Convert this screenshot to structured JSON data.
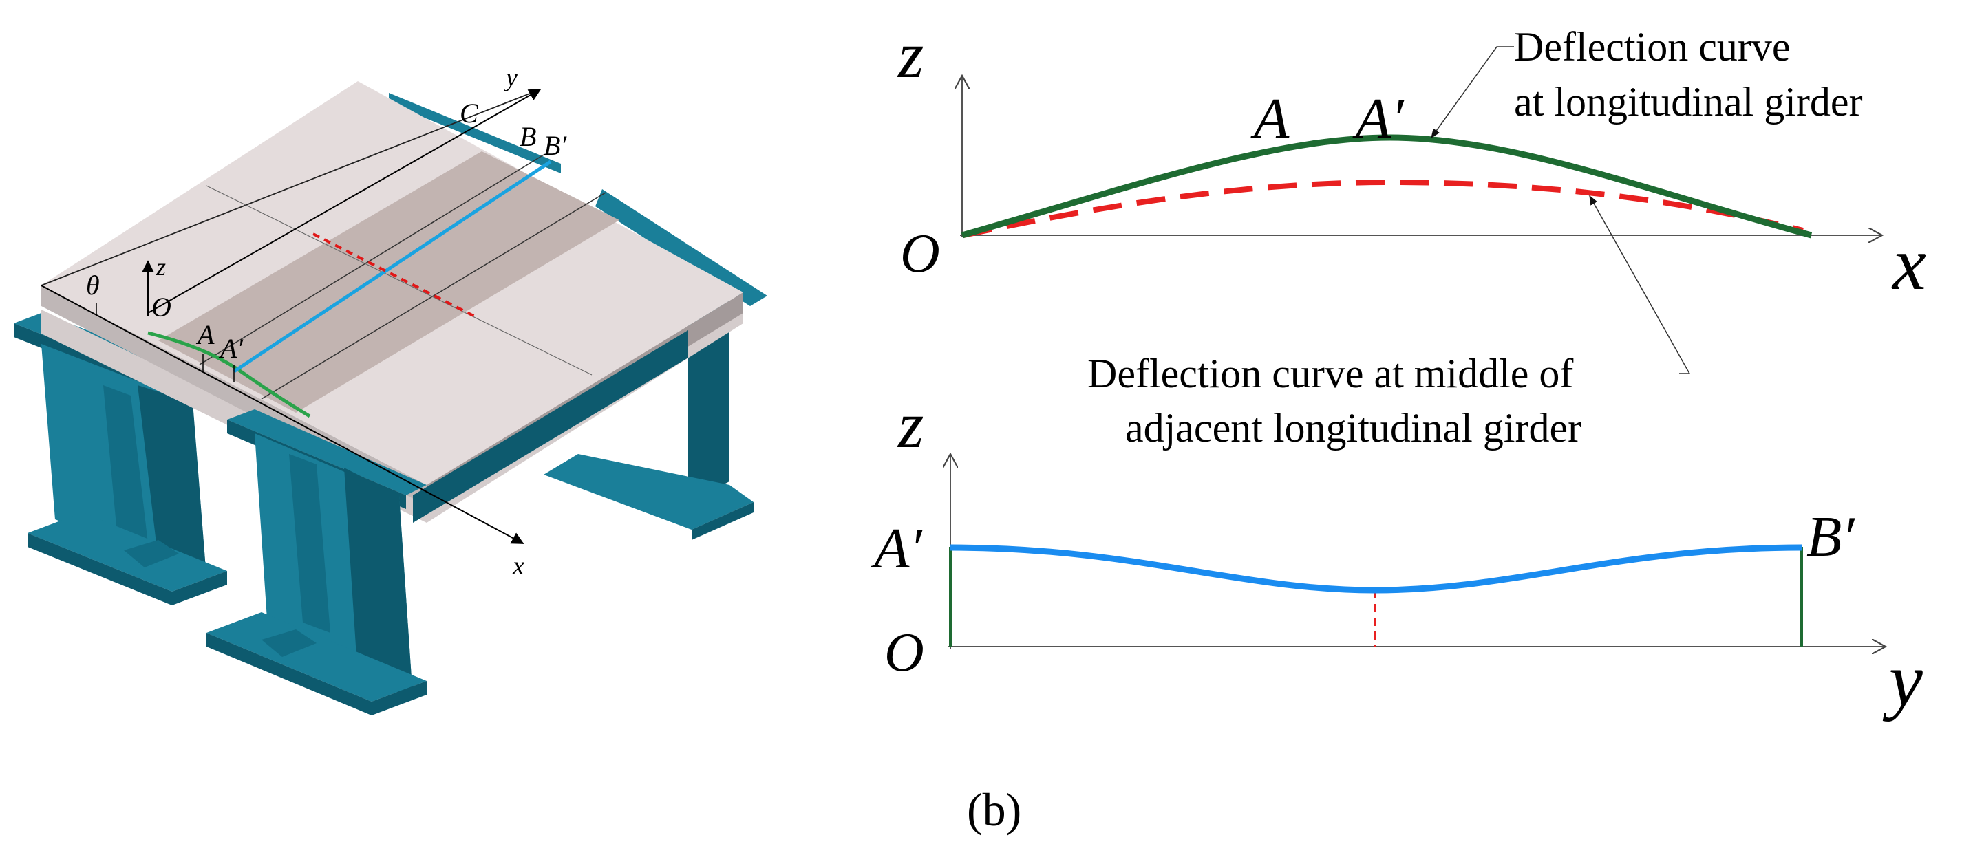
{
  "figure_a": {
    "labels": {
      "y_axis": "y",
      "z_axis": "z",
      "x_axis": "x",
      "theta": "θ",
      "origin": "O",
      "point_A": "A",
      "point_A_prime": "A′",
      "point_B": "B",
      "point_B_prime": "B′",
      "point_C": "C"
    },
    "colors": {
      "steel": "#1a7f99",
      "steel_dark": "#0d5a6e",
      "deck_light": "#e4dcdc",
      "deck_band": "#c2b4b1",
      "green_curve": "#2aa34a",
      "blue_curve": "#1aa3e0",
      "red_dash": "#e01818"
    }
  },
  "figure_b": {
    "caption": "(b)",
    "top": {
      "z_label": "z",
      "x_label": "x",
      "origin": "O",
      "point_A": "A",
      "point_A_prime": "A′",
      "callout_1_line1": "Deflection curve",
      "callout_1_line2": "at longitudinal girder",
      "callout_2_line1": "Deflection curve at middle of",
      "callout_2_line2": "adjacent longitudinal girder",
      "colors": {
        "girder_curve": "#1e6b32",
        "middle_curve": "#e82020"
      }
    },
    "bottom": {
      "z_label": "z",
      "y_label": "y",
      "origin": "O",
      "left_point": "A′",
      "right_point": "B′",
      "colors": {
        "transverse_curve": "#1a8cf0",
        "ends": "#1e6b32",
        "mid_dash": "#e82020"
      }
    }
  }
}
